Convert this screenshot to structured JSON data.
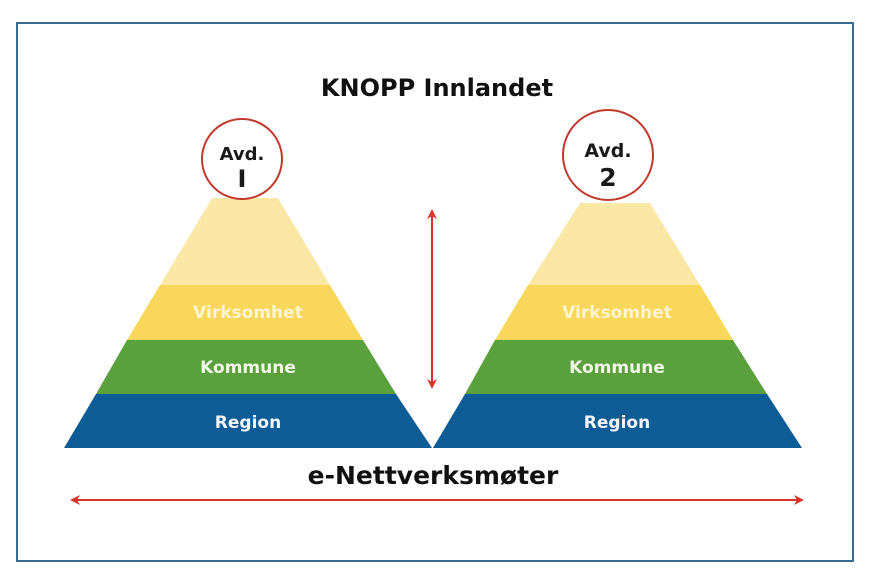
{
  "title": "KNOPP Innlandet",
  "bottom_label": "e-Nettverksmøter",
  "colors": {
    "frame": "#3D6A8F",
    "arrow": "#D9332B",
    "circle_stroke": "#C0392B",
    "level_top": "#FBE8A6",
    "level_virksomhet": "#F8D75A",
    "level_kommune": "#5AA03C",
    "level_region": "#0E5C96",
    "label_virksomhet": "#FFF6D0",
    "label_kommune": "#F2F8E8",
    "label_region": "#F2F6FA"
  },
  "pyramids": [
    {
      "circle_line1": "Avd.",
      "circle_line2": "I",
      "levels": [
        "",
        "Virksomhet",
        "Kommune",
        "Region"
      ]
    },
    {
      "circle_line1": "Avd.",
      "circle_line2": "2",
      "levels": [
        "",
        "Virksomhet",
        "Kommune",
        "Region"
      ]
    }
  ],
  "arrows": {
    "vertical": "two-way-vertical-arrow",
    "horizontal": "two-way-horizontal-arrow"
  }
}
